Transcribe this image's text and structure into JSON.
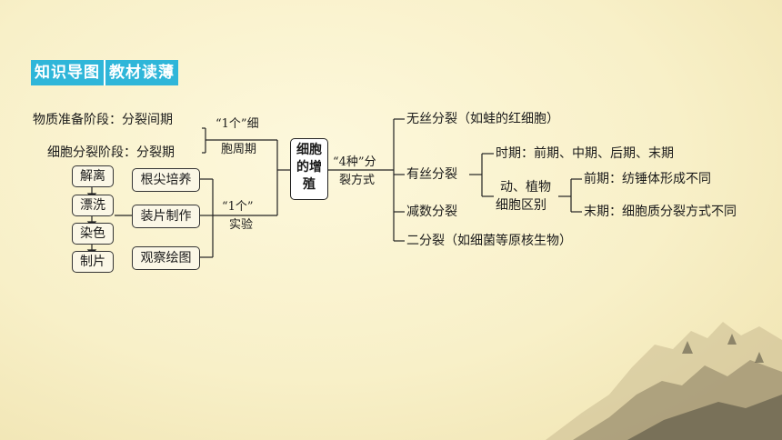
{
  "banner": {
    "left": "知识导图",
    "right": "教材读薄"
  },
  "diagram": {
    "prep_phase": "物质准备阶段：分裂间期",
    "div_phase": "细胞分裂阶段：分裂期",
    "one_cycle_a": "“1个”细",
    "one_cycle_b": "胞周期",
    "steps": [
      "解离",
      "漂洗",
      "染色",
      "制片"
    ],
    "root_culture": "根尖培养",
    "slide_making": "装片制作",
    "observe": "观察绘图",
    "one_exp_a": "“1个”",
    "one_exp_b": "实验",
    "center": [
      "细胞",
      "的增",
      "殖"
    ],
    "four_a": "“4种”分",
    "four_b": "裂方式",
    "amitosis": "无丝分裂（如蛙的红细胞）",
    "mitosis": "有丝分裂",
    "meiosis": "减数分裂",
    "binary": "二分裂（如细菌等原核生物）",
    "phases": "时期：前期、中期、后期、末期",
    "diff_a": "动、植物",
    "diff_b": "细胞区别",
    "prophase": "前期：纺锤体形成不同",
    "telophase": "末期：细胞质分裂方式不同"
  }
}
